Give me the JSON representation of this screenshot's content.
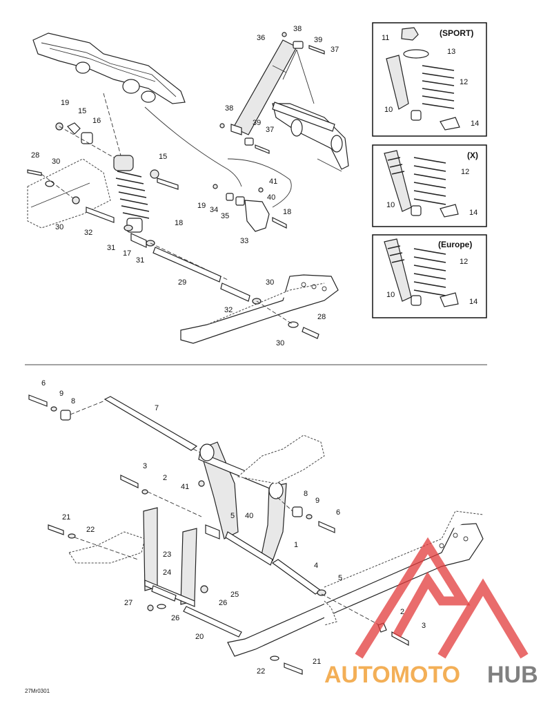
{
  "diagram": {
    "panels": [
      {
        "id": "sport",
        "title": "(SPORT)"
      },
      {
        "id": "x",
        "title": "(X)"
      },
      {
        "id": "europe",
        "title": "(Europe)"
      }
    ],
    "reference_code": "27Mr0301",
    "labels": {
      "n1": "1",
      "n2": "2",
      "n3": "3",
      "n4": "4",
      "n5": "5",
      "n6": "6",
      "n7": "7",
      "n8": "8",
      "n9": "9",
      "n10": "10",
      "n11": "11",
      "n12": "12",
      "n13": "13",
      "n14": "14",
      "n15": "15",
      "n16": "16",
      "n17": "17",
      "n18": "18",
      "n19": "19",
      "n20": "20",
      "n21": "21",
      "n22": "22",
      "n23": "23",
      "n24": "24",
      "n25": "25",
      "n26": "26",
      "n27": "27",
      "n28": "28",
      "n29": "29",
      "n30": "30",
      "n31": "31",
      "n32": "32",
      "n33": "33",
      "n34": "34",
      "n35": "35",
      "n36": "36",
      "n37": "37",
      "n38": "38",
      "n39": "39",
      "n40": "40",
      "n41": "41"
    }
  },
  "watermark": {
    "part1": "AUTOMOTO",
    "part2": "HUB",
    "colors": {
      "triangle": "#e23b3b",
      "text1": "#f2a23a",
      "text2": "#6b6b6b"
    }
  }
}
